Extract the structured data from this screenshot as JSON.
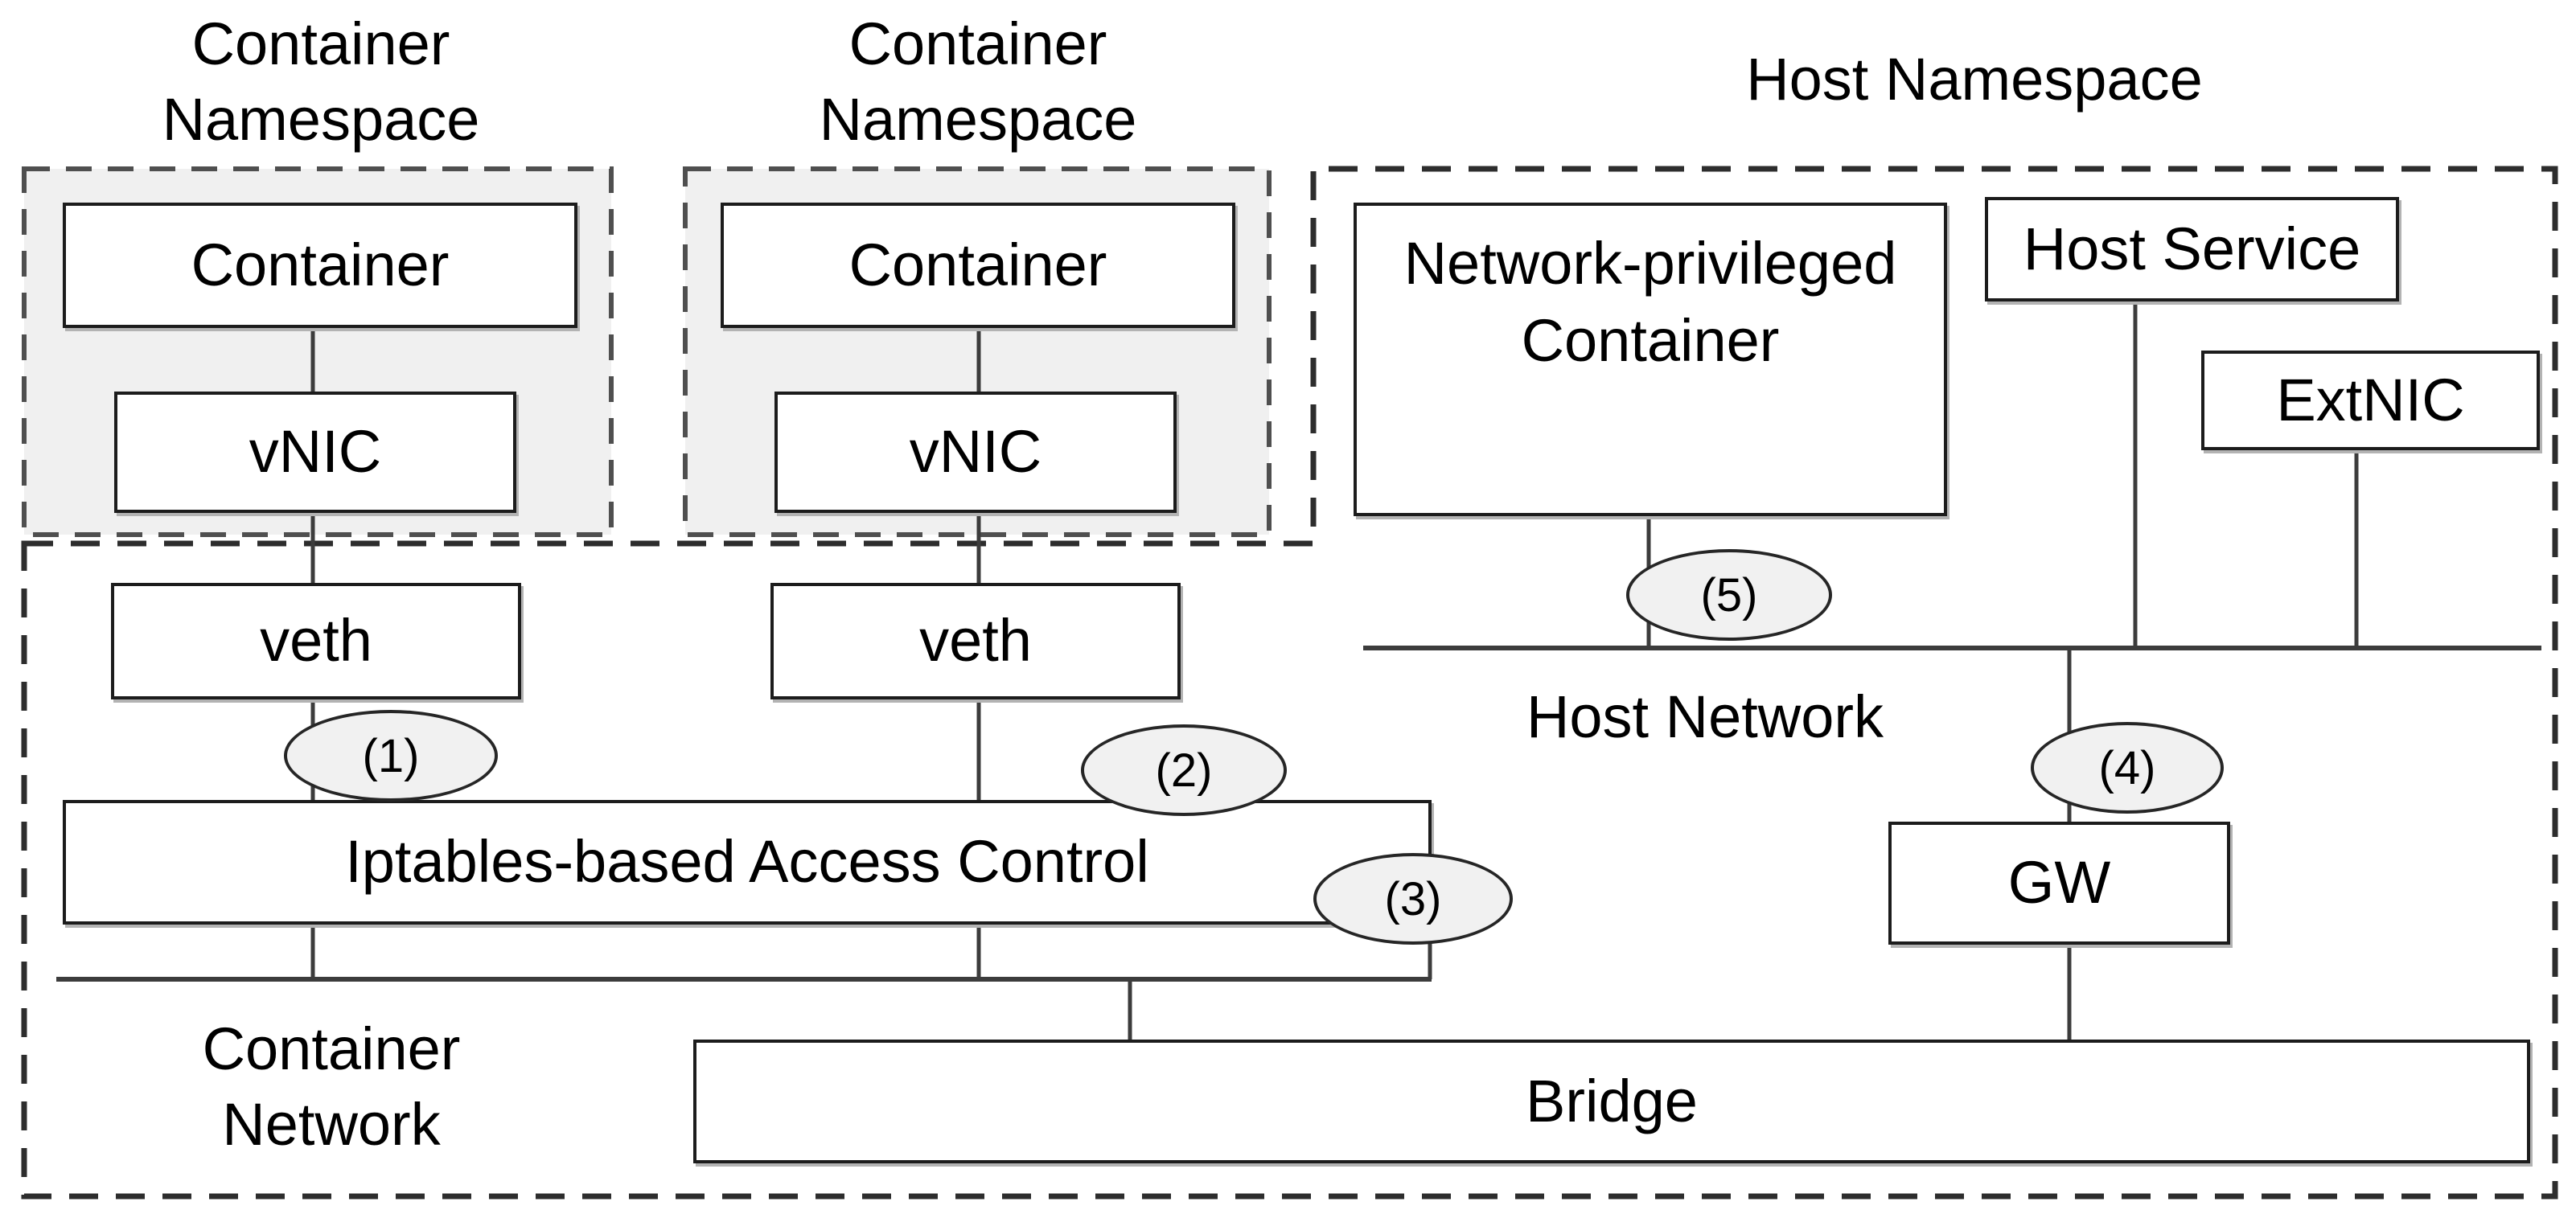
{
  "diagram": {
    "titles": {
      "container_ns_left": {
        "line1": "Container",
        "line2": "Namespace"
      },
      "container_ns_mid": {
        "line1": "Container",
        "line2": "Namespace"
      },
      "host_ns": "Host Namespace"
    },
    "boxes": {
      "container_left": {
        "label": "Container"
      },
      "vnic_left": {
        "label": "vNIC"
      },
      "veth_left": {
        "label": "veth"
      },
      "container_mid": {
        "label": "Container"
      },
      "vnic_mid": {
        "label": "vNIC"
      },
      "veth_mid": {
        "label": "veth"
      },
      "iptables": {
        "label": "Iptables-based Access Control"
      },
      "network_privileged": {
        "line1": "Network-privileged",
        "line2": "Container"
      },
      "host_service": {
        "label": "Host Service"
      },
      "extnic": {
        "label": "ExtNIC"
      },
      "gw": {
        "label": "GW"
      },
      "bridge": {
        "label": "Bridge"
      }
    },
    "area_labels": {
      "host_network": "Host Network",
      "container_network": {
        "line1": "Container",
        "line2": "Network"
      }
    },
    "markers": [
      {
        "label": "(1)"
      },
      {
        "label": "(2)"
      },
      {
        "label": "(3)"
      },
      {
        "label": "(4)"
      },
      {
        "label": "(5)"
      }
    ],
    "colors": {
      "background": "#ffffff",
      "namespace_fill": "#f0f0f0",
      "marker_fill": "#f1f1f1",
      "box_border": "#1c1c1c",
      "line": "#3c3c3c",
      "dashed_outline": "#2d2d2d"
    }
  }
}
